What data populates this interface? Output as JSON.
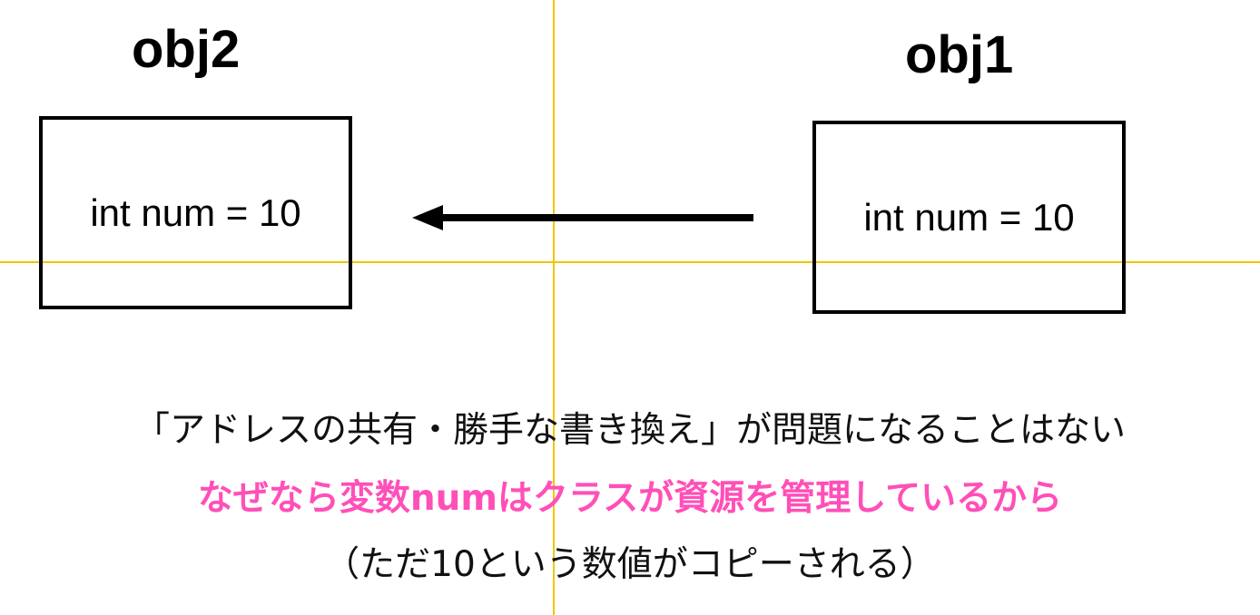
{
  "diagram": {
    "left_object": {
      "title": "obj2",
      "field": "int num = 10"
    },
    "right_object": {
      "title": "obj1",
      "field": "int num = 10"
    },
    "arrow": {
      "direction": "left",
      "color": "#000000"
    },
    "guide_line_color": "#f2c500"
  },
  "captions": {
    "line1": "「アドレスの共有・勝手な書き換え」が問題になることはない",
    "line2": "なぜなら変数numはクラスが資源を管理しているから",
    "line3": "（ただ10という数値がコピーされる）",
    "highlight_color": "#ff4fb8"
  }
}
